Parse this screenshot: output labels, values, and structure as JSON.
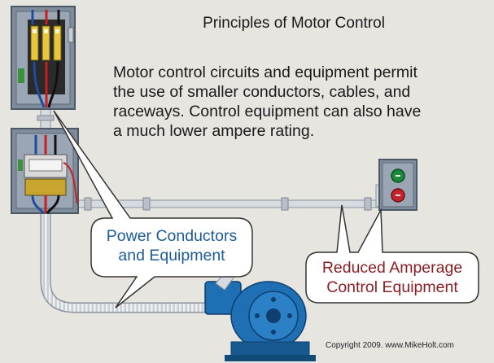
{
  "slide": {
    "title": "Principles of Motor Control",
    "body_lines": [
      "Motor control circuits and equipment permit",
      "the use of smaller conductors, cables, and",
      "raceways. Control equipment can also have",
      "a much lower ampere rating."
    ],
    "callouts": {
      "power": {
        "lines": [
          "Power Conductors",
          "and Equipment"
        ],
        "color": "#1d5b9a"
      },
      "control": {
        "lines": [
          "Reduced Amperage",
          "Control Equipment"
        ],
        "color": "#8a1f24"
      }
    },
    "copyright": "Copyright 2009. www.MikeHolt.com"
  },
  "colors": {
    "background": "#e7e5e0",
    "enclosure": "#8a97a6",
    "conduit": "#d7dbe0",
    "motor": "#1f6fb5",
    "start_button": "#1b8a3a",
    "stop_button": "#c6232a"
  },
  "icons": {
    "disconnect": "disconnect-switch-icon",
    "starter": "motor-starter-icon",
    "pushbuttons": "pushbutton-station-icon",
    "motor": "electric-motor-icon"
  }
}
